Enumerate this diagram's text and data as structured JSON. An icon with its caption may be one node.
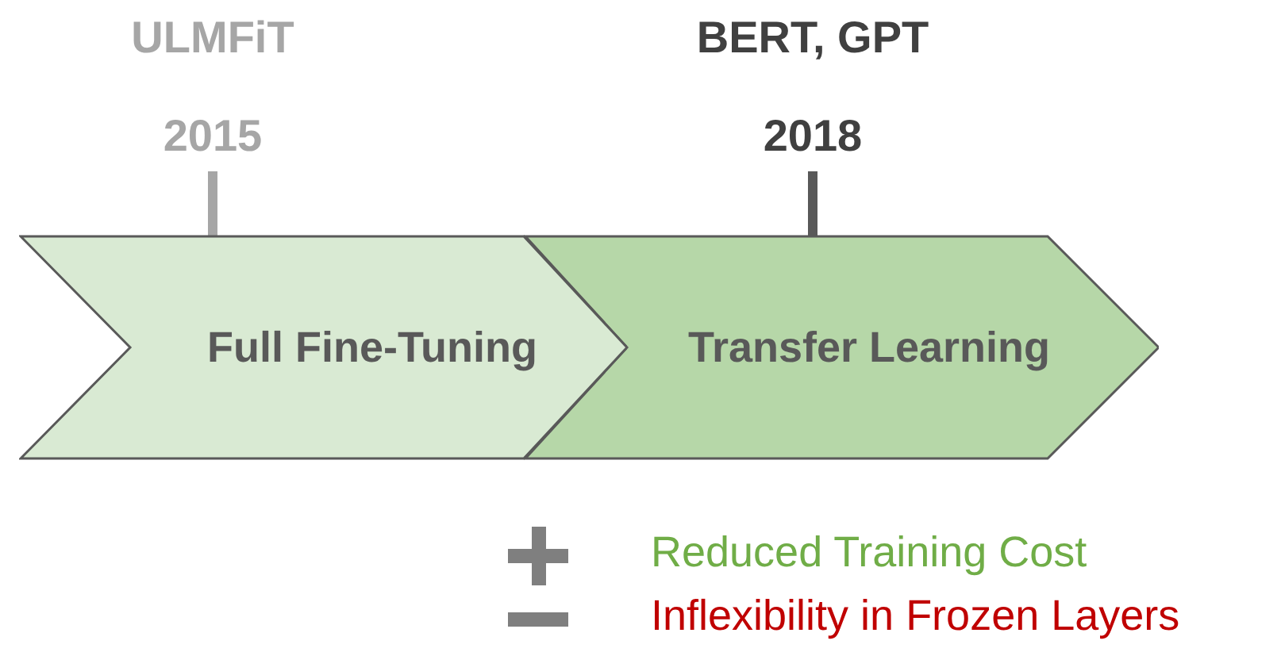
{
  "diagram": {
    "nodes": [
      {
        "text": [
          "Full Fine-Tuning"
        ]
      },
      {
        "text": [
          "Transfer Learning"
        ]
      }
    ],
    "edges": [],
    "labels": [
      "ULMFiT",
      "2015",
      "BERT, GPT",
      "2018",
      "Reduced Training Cost",
      "Inflexibility in Frozen Layers"
    ]
  }
}
